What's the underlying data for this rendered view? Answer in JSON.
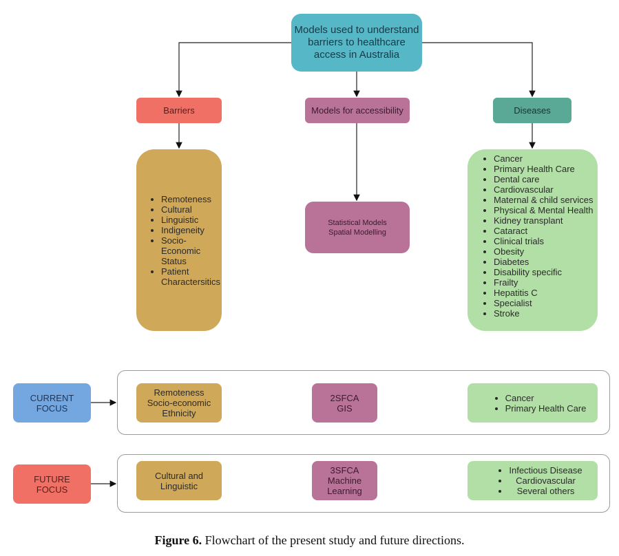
{
  "root": {
    "line1": "Models used to understand",
    "line2": "barriers to healthcare",
    "line3": "access in Australia"
  },
  "headers": {
    "barriers": "Barriers",
    "models": "Models for accessibility",
    "diseases": "Diseases"
  },
  "barriers_list": [
    "Remoteness",
    "Cultural",
    "Linguistic",
    "Indigeneity",
    "Socio-Economic Status",
    "Patient Charactersitics"
  ],
  "models_box": {
    "line1": "Statistical Models",
    "line2": "Spatial Modelling"
  },
  "diseases_list": [
    "Cancer",
    "Primary Health Care",
    "Dental care",
    "Cardiovascular",
    "Maternal & child services",
    "Physical & Mental Health",
    "Kidney transplant",
    "Cataract",
    "Clinical trials",
    "Obesity",
    "Diabetes",
    "Disability specific",
    "Frailty",
    "Hepatitis C",
    "Specialist",
    "Stroke"
  ],
  "current": {
    "label1": "CURRENT",
    "label2": "FOCUS",
    "barriers": [
      "Remoteness",
      "Socio-economic",
      "Ethnicity"
    ],
    "models": [
      "2SFCA",
      "GIS"
    ],
    "diseases": [
      "Cancer",
      "Primary Health Care"
    ]
  },
  "future": {
    "label1": "FUTURE",
    "label2": "FOCUS",
    "barriers": [
      "Cultural and",
      "Linguistic"
    ],
    "models": [
      "3SFCA",
      "Machine",
      "Learning"
    ],
    "diseases": [
      "Infectious Disease",
      "Cardiovascular",
      "Several others"
    ]
  },
  "caption": {
    "bold": "Figure 6.",
    "text": " Flowchart of the present study and future directions."
  }
}
